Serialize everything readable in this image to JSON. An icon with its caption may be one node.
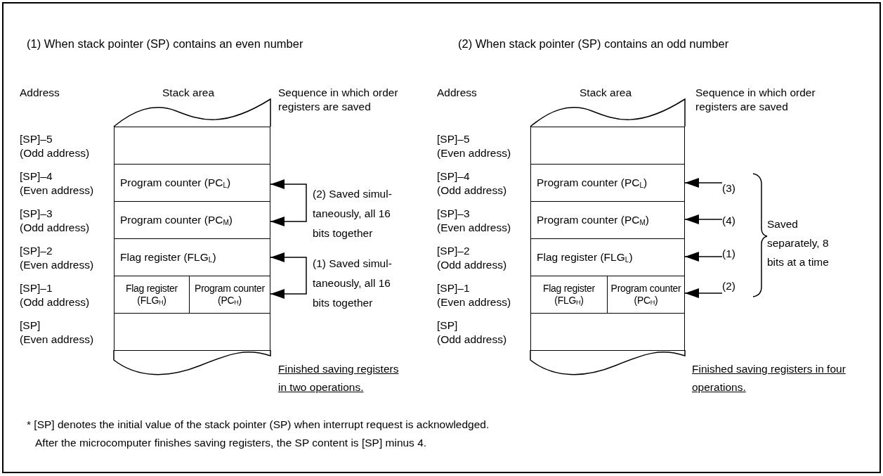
{
  "diagram": {
    "nodes": [
      {
        "text": [],
        "shape": "box"
      },
      {
        "text": [
          "Program counter (PC$_{L}$)"
        ]
      },
      {
        "text": [
          "Program counter (PC$_{M}$)"
        ]
      },
      {
        "text": [
          "Flag register (FLG$_{L}$)"
        ]
      },
      {
        "text": [
          "Flag register (FLG$_{H}$)"
        ]
      },
      {
        "text": [
          "Program counter (PC$_{H}$)"
        ]
      },
      {
        "text": [],
        "shape": "box"
      },
      {
        "text": [
          "(2) Saved simul-taneously, all 16 bits together"
        ]
      },
      {
        "text": [
          "(1) Saved simul-taneously, all 16 bits together"
        ]
      },
      {
        "text": [],
        "shape": "box"
      },
      {
        "text": [
          "Program counter (PC$_{L}$)"
        ]
      },
      {
        "text": [
          "Program counter (PC$_{M}$)"
        ]
      },
      {
        "text": [
          "Flag register (FLG$_{L}$)"
        ]
      },
      {
        "text": [
          "Flag register (FLG$_{H}$)"
        ]
      },
      {
        "text": [
          "Program counter (PC$_{H}$)"
        ]
      },
      {
        "text": [],
        "shape": "box"
      },
      {
        "text": [
          "(3)"
        ]
      },
      {
        "text": [
          "(4)"
        ]
      },
      {
        "text": [
          "(1)"
        ]
      },
      {
        "text": [
          "(2)"
        ]
      }
    ],
    "edges": [
      {
        "from": 7,
        "to": 1,
        "arrow": "to"
      },
      {
        "from": 7,
        "to": 2,
        "arrow": "to"
      },
      {
        "from": 8,
        "to": 3,
        "arrow": "to"
      },
      {
        "from": 8,
        "to": 5,
        "arrow": "to"
      },
      {
        "from": 16,
        "to": 10,
        "arrow": "to"
      },
      {
        "from": 17,
        "to": 11,
        "arrow": "to"
      },
      {
        "from": 18,
        "to": 12,
        "arrow": "to"
      },
      {
        "from": 19,
        "to": 14,
        "arrow": "to"
      }
    ],
    "labels": [
      "(1) When stack pointer (SP) contains an even number",
      "(2) When stack pointer (SP) contains an odd number",
      "Address",
      "Stack area",
      "Sequence in which order registers are saved",
      "[SP]–5",
      "(Odd address)",
      "[SP]–4",
      "(Even address)",
      "[SP]–3",
      "(Odd address)",
      "[SP]–2",
      "(Even address)",
      "[SP]–1",
      "(Odd address)",
      "[SP]",
      "(Even address)",
      "Finished saving registers in two operations.",
      "Address",
      "Stack area",
      "Sequence in which order registers are saved",
      "[SP]–5",
      "(Even address)",
      "[SP]–4",
      "(Odd address)",
      "[SP]–3",
      "(Even address)",
      "[SP]–2",
      "(Odd address)",
      "[SP]–1",
      "(Even address)",
      "[SP]",
      "(Odd address)",
      "Saved separately, 8 bits at a time",
      "Finished saving registers in four operations.",
      "* [SP] denotes the initial value of the stack pointer (SP) when interrupt request is acknowledged.",
      "After the microcomputer finishes saving registers, the SP content is [SP] minus 4."
    ]
  }
}
